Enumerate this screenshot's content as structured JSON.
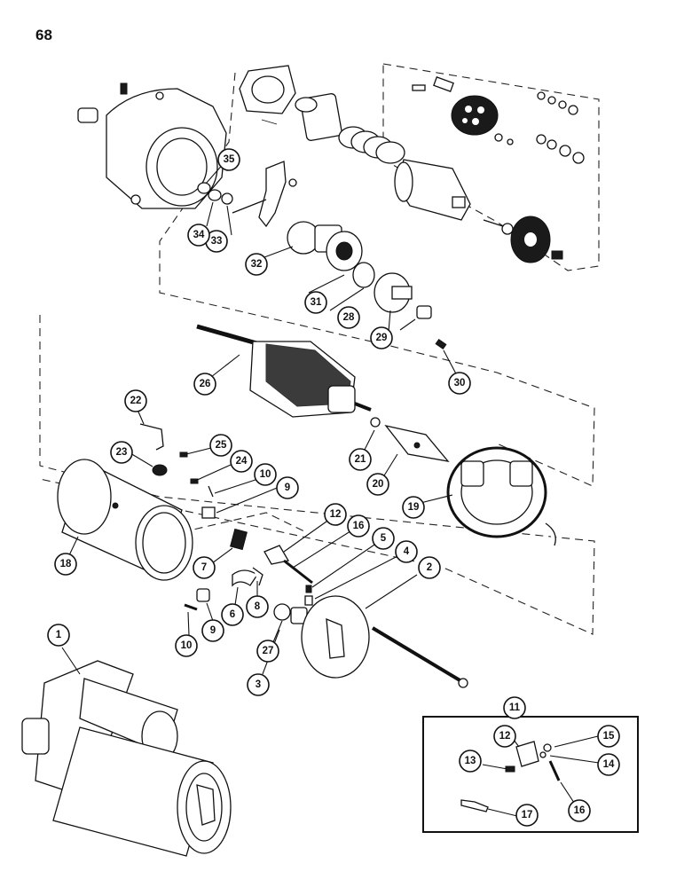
{
  "page": {
    "number": "68"
  },
  "callouts": {
    "c1": "1",
    "c2": "2",
    "c3": "3",
    "c4": "4",
    "c5": "5",
    "c6": "6",
    "c7": "7",
    "c8": "8",
    "c9a": "9",
    "c9b": "9",
    "c10a": "10",
    "c10b": "10",
    "c11": "11",
    "c12a": "12",
    "c12b": "12",
    "c13": "13",
    "c14": "14",
    "c15": "15",
    "c16a": "16",
    "c16b": "16",
    "c17": "17",
    "c18": "18",
    "c19": "19",
    "c20": "20",
    "c21": "21",
    "c22": "22",
    "c23": "23",
    "c24": "24",
    "c25": "25",
    "c26": "26",
    "c27": "27",
    "c28": "28",
    "c29": "29",
    "c30": "30",
    "c31": "31",
    "c32": "32",
    "c33": "33",
    "c34": "34",
    "c35": "35"
  }
}
